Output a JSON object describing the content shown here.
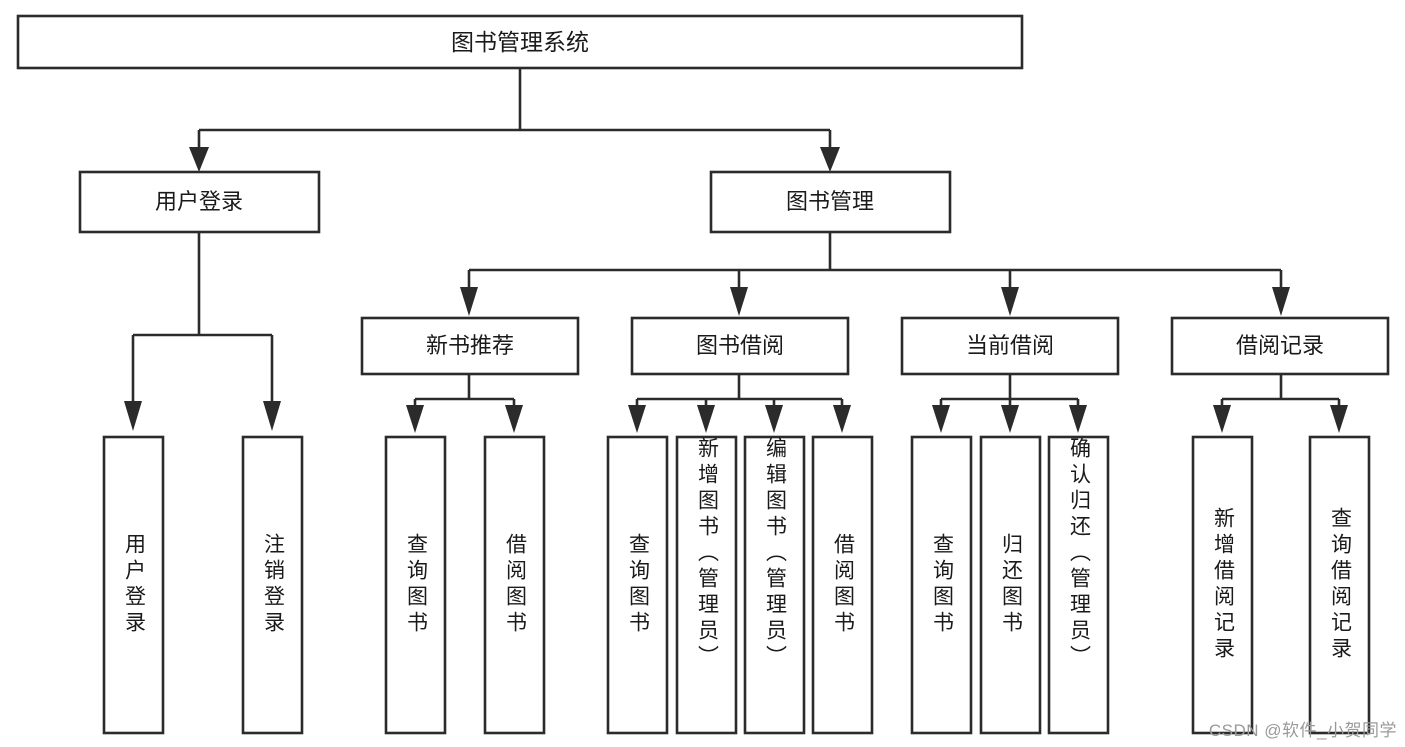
{
  "diagram": {
    "title": "图书管理系统",
    "type": "hierarchy-tree",
    "watermark": "CSDN @软件_小贺同学",
    "colors": {
      "stroke": "#2b2b2b",
      "fill": "#ffffff",
      "text": "#1a1a1a",
      "watermark": "#9a9a9a",
      "background": "#ffffff"
    },
    "root": {
      "label": "图书管理系统"
    },
    "level2": [
      {
        "label": "用户登录"
      },
      {
        "label": "图书管理"
      }
    ],
    "level3": [
      {
        "label": "新书推荐"
      },
      {
        "label": "图书借阅"
      },
      {
        "label": "当前借阅"
      },
      {
        "label": "借阅记录"
      }
    ],
    "leaves": {
      "user_login": [
        {
          "label": "用户登录"
        },
        {
          "label": "注销登录"
        }
      ],
      "new_book_recommend": [
        {
          "label": "查询图书"
        },
        {
          "label": "借阅图书"
        }
      ],
      "book_borrow": [
        {
          "label": "查询图书"
        },
        {
          "label": "新增图书（管理员）"
        },
        {
          "label": "编辑图书（管理员）"
        },
        {
          "label": "借阅图书"
        }
      ],
      "current_borrow": [
        {
          "label": "查询图书"
        },
        {
          "label": "归还图书"
        },
        {
          "label": "确认归还（管理员）"
        }
      ],
      "borrow_records": [
        {
          "label": "新增借阅记录"
        },
        {
          "label": "查询借阅记录"
        }
      ]
    }
  }
}
